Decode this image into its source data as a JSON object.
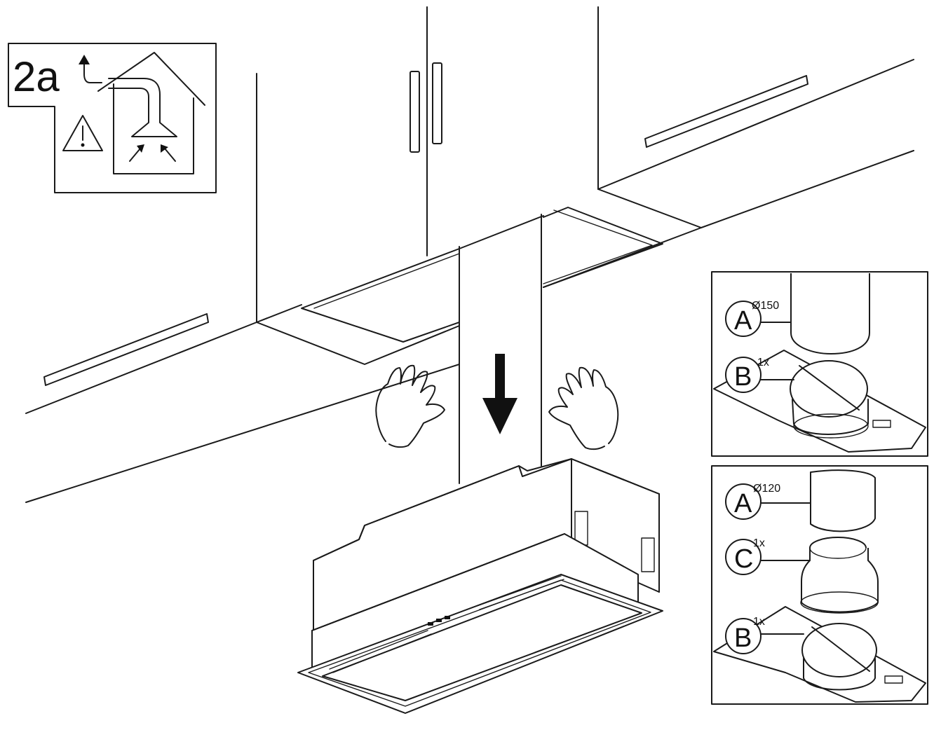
{
  "step": {
    "label": "2a"
  },
  "icons": [
    "exhaust-outlet-icon",
    "warning-icon",
    "air-intake-icon",
    "downward-arrow",
    "hands-icon"
  ],
  "detail_panels": [
    {
      "parts": [
        {
          "letter": "A",
          "note": "Ø150"
        },
        {
          "letter": "B",
          "note": "1x"
        }
      ]
    },
    {
      "parts": [
        {
          "letter": "A",
          "note": "Ø120"
        },
        {
          "letter": "C",
          "note": "1x"
        },
        {
          "letter": "B",
          "note": "1x"
        }
      ]
    }
  ]
}
